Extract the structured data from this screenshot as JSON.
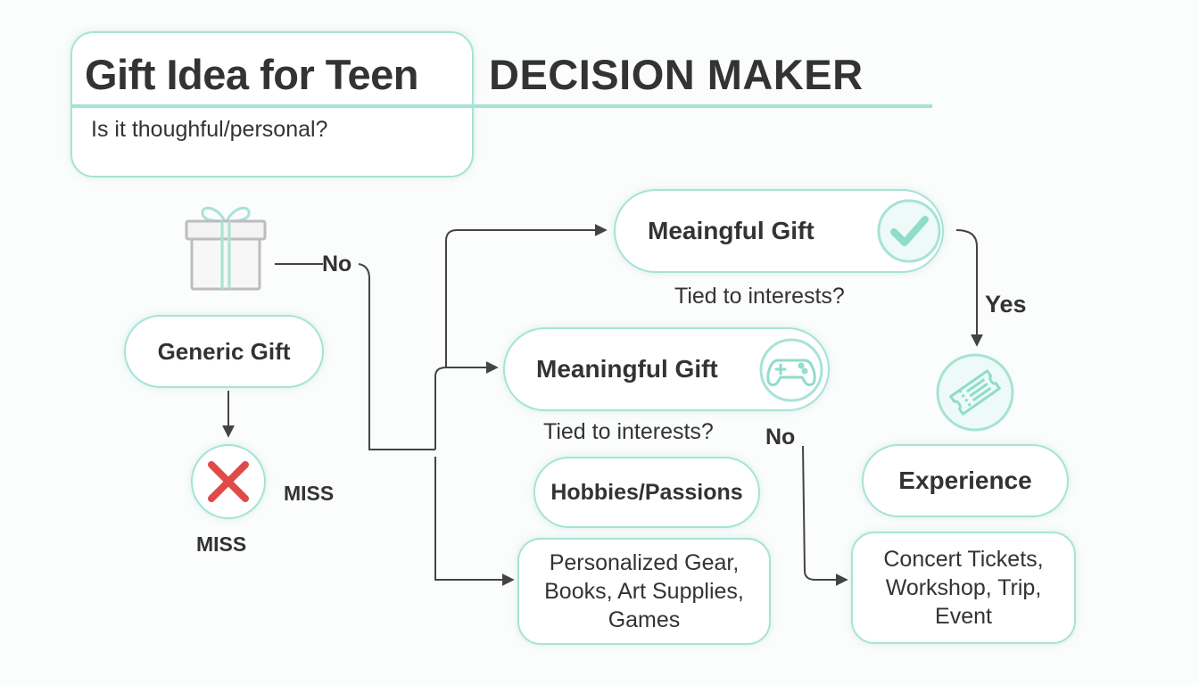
{
  "title": {
    "part1": "Gift Idea for Teen",
    "part2": "DECISION MAKER",
    "question": "Is it thoughful/personal?"
  },
  "nodes": {
    "generic": "Generic Gift",
    "miss_left": "MISS",
    "miss_right": "MISS",
    "meaningful_top": "Meaingful Gift",
    "meaningful_mid": "Meaningful Gift",
    "hobbies": "Hobbies/Passions",
    "personalized": "Personalized Gear, Books, Art Supplies, Games",
    "experience": "Experience",
    "concert": "Concert Tickets, Workshop, Trip, Event"
  },
  "edges": {
    "no_1": "No",
    "no_2": "No",
    "yes": "Yes",
    "question_top": "Tied to interests?",
    "question_mid": "Tied to interests?"
  },
  "icons": [
    "gift-box-icon",
    "x-mark-icon",
    "checkmark-icon",
    "gamepad-icon",
    "ticket-icon"
  ],
  "colors": {
    "accent": "#a6e3d6",
    "miss": "#e04a4a",
    "text": "#333333"
  }
}
